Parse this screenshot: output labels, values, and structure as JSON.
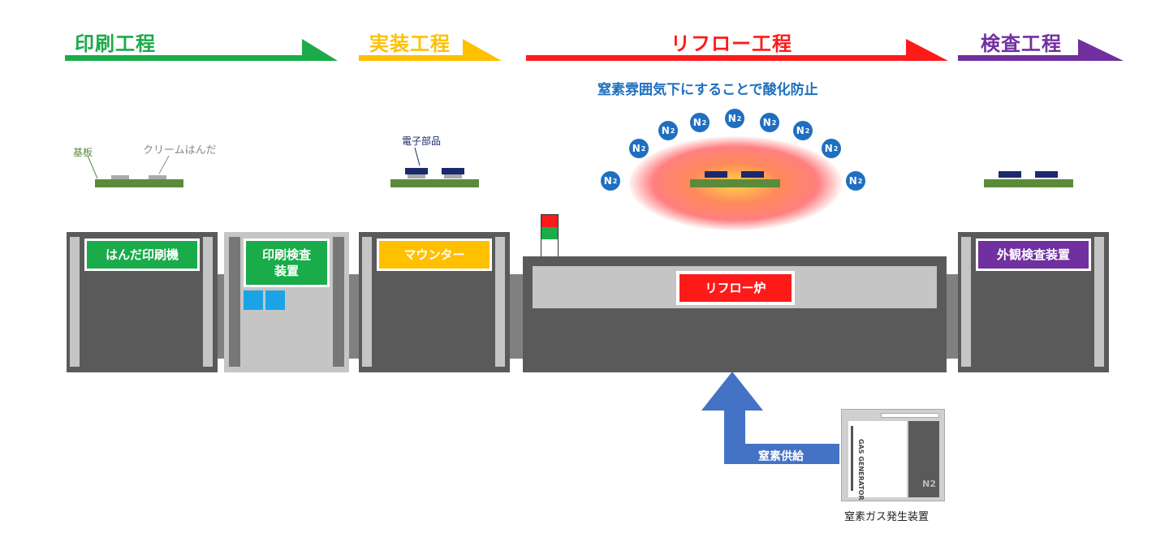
{
  "stages": [
    {
      "label": "印刷工程",
      "color": "#1aab4a"
    },
    {
      "label": "実装工程",
      "color": "#ffc000"
    },
    {
      "label": "リフロー工程",
      "color": "#ff1a1a"
    },
    {
      "label": "検査工程",
      "color": "#7030a0"
    }
  ],
  "reflow_note": "窒素雰囲気下にすることで酸化防止",
  "n2_label": "N",
  "n2_sub": "2",
  "board_labels": {
    "substrate": "基板",
    "solder": "クリームはんだ",
    "component": "電子部品"
  },
  "machines": {
    "printer": "はんだ印刷機",
    "print_inspection": "印刷検査\n装置",
    "mounter": "マウンター",
    "reflow": "リフロー炉",
    "aoi": "外観検査装置"
  },
  "supply_label": "窒素供給",
  "generator": {
    "caption": "窒素ガス発生装置",
    "side_text": "GAS GENERATOR",
    "logo": "N2"
  },
  "colors": {
    "print": "#1aab4a",
    "mount": "#ffc000",
    "reflow": "#ff1a1a",
    "inspect": "#7030a0",
    "n2": "#1f6fc0",
    "arrow": "#4472c4",
    "machine": "#5a5a5a",
    "rail": "#c5c5c5"
  }
}
